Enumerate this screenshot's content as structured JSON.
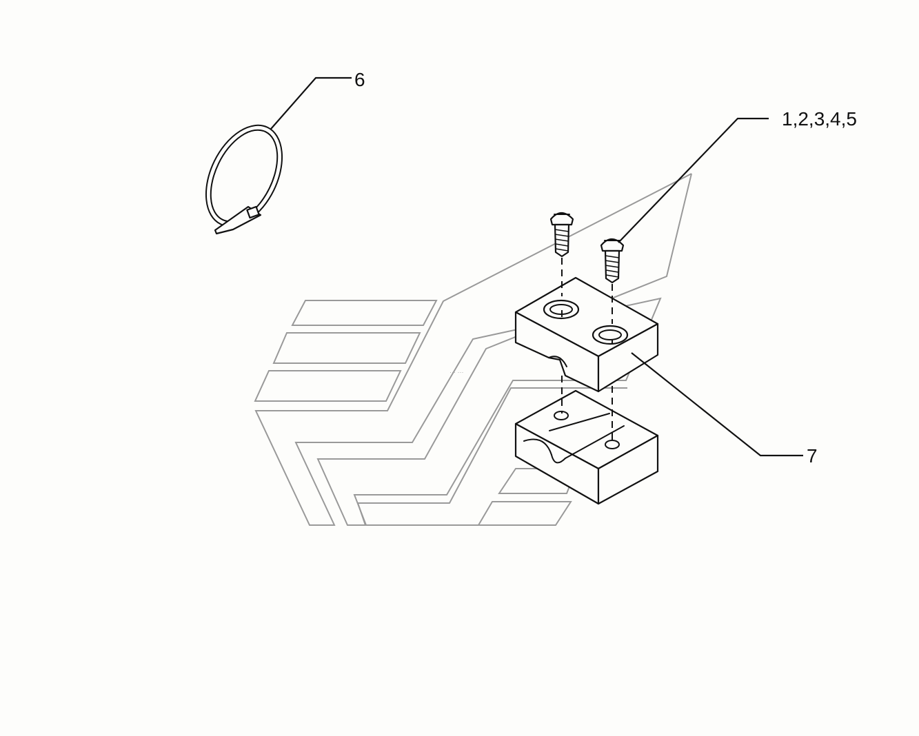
{
  "callouts": {
    "tie": "6",
    "screws": "1,2,3,4,5",
    "clamp": "7"
  },
  "colors": {
    "background": "#fdfdfb",
    "line_art": "#111111",
    "ghost_outline": "#999999"
  }
}
